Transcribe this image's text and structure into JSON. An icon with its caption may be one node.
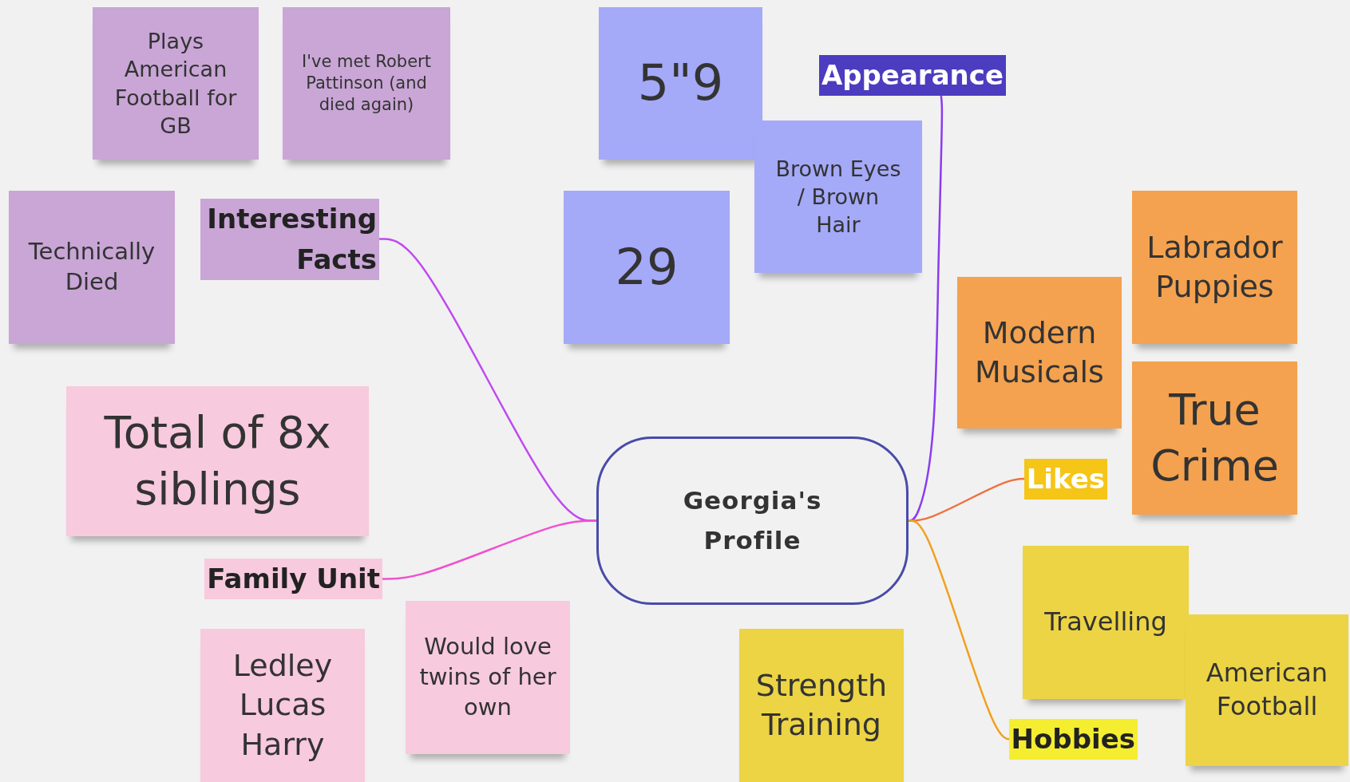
{
  "diagram": {
    "nodes": [
      {
        "text": [
          "Georgia's Profile"
        ]
      },
      {
        "text": [
          "Interesting Facts"
        ]
      },
      {
        "text": [
          "Plays American Football for GB"
        ]
      },
      {
        "text": [
          "I've met Robert Pattinson (and died again)"
        ]
      },
      {
        "text": [
          "Technically Died"
        ]
      },
      {
        "text": [
          "Family Unit"
        ]
      },
      {
        "text": [
          "Total of 8x siblings"
        ]
      },
      {
        "text": [
          "Ledley Lucas Harry"
        ]
      },
      {
        "text": [
          "Would love twins of her own"
        ]
      },
      {
        "text": [
          "Appearance"
        ]
      },
      {
        "text": [
          "5\"9"
        ]
      },
      {
        "text": [
          "Brown Eyes / Brown Hair"
        ]
      },
      {
        "text": [
          "29"
        ]
      },
      {
        "text": [
          "Likes"
        ]
      },
      {
        "text": [
          "Modern Musicals"
        ]
      },
      {
        "text": [
          "Labrador Puppies"
        ]
      },
      {
        "text": [
          "True Crime"
        ]
      },
      {
        "text": [
          "Hobbies"
        ]
      },
      {
        "text": [
          "Travelling"
        ]
      },
      {
        "text": [
          "American Football"
        ]
      },
      {
        "text": [
          "Strength Training"
        ]
      }
    ],
    "edges": [
      {
        "from": 0,
        "to": 1,
        "arrow": "none",
        "color": "#c04af0"
      },
      {
        "from": 0,
        "to": 5,
        "arrow": "none",
        "color": "#f050d0"
      },
      {
        "from": 0,
        "to": 9,
        "arrow": "none",
        "color": "#8a3cf0"
      },
      {
        "from": 0,
        "to": 13,
        "arrow": "none",
        "color": "#f07040"
      },
      {
        "from": 0,
        "to": 17,
        "arrow": "none",
        "color": "#f0a020"
      }
    ]
  }
}
